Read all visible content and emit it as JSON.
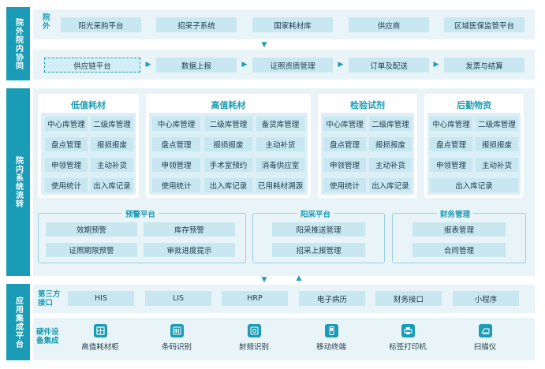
{
  "sides": {
    "s1": "院外院内协同",
    "s2": "院内系统流转",
    "s3": "应用集成平台"
  },
  "outside": {
    "label": "院外",
    "items": [
      "阳光采购平台",
      "招采子系统",
      "国家耗材库",
      "供应商",
      "区域医保监管平台"
    ]
  },
  "chain": {
    "items": [
      "供应链平台",
      "数据上报",
      "证照资质管理",
      "订单及配送",
      "发票与结算"
    ]
  },
  "cards": [
    {
      "title": "低值耗材",
      "cells": [
        "中心库管理",
        "二级库管理",
        "盘点管理",
        "报损报废",
        "申领管理",
        "主动补货",
        "使用统计",
        "出入库记录"
      ]
    },
    {
      "title": "高值耗材",
      "cells": [
        "中心库管理",
        "二级库管理",
        "备货库管理",
        "盘点管理",
        "报损报废",
        "主动补货",
        "申领管理",
        "手术室预约",
        "消毒供应室",
        "使用统计",
        "出入库记录",
        "已用耗材溯源"
      ]
    },
    {
      "title": "检验试剂",
      "cells": [
        "中心库管理",
        "二级库管理",
        "盘点管理",
        "报损报废",
        "申领管理",
        "主动补货",
        "使用统计",
        "出入库记录"
      ]
    },
    {
      "title": "后勤物资",
      "cells": [
        "中心库管理",
        "二级库管理",
        "盘点管理",
        "报损报废",
        "申领管理",
        "主动补货",
        "出入库记录"
      ]
    }
  ],
  "platforms": {
    "warning": {
      "title": "预警平台",
      "cells": [
        "效期预警",
        "库存预警",
        "证照期限预警",
        "审批进度提示"
      ]
    },
    "sunshine": {
      "title": "阳采平台",
      "cells": [
        "阳采推送管理",
        "招采上报管理"
      ]
    },
    "finance": {
      "title": "财务管理",
      "cells": [
        "报表管理",
        "合同管理"
      ]
    }
  },
  "interfaces": {
    "label": "第三方接口",
    "items": [
      "HIS",
      "LIS",
      "HRP",
      "电子病历",
      "财务接口",
      "小程序"
    ]
  },
  "hardware": {
    "label": "硬件设备集成",
    "items": [
      {
        "label": "高值耗材柜",
        "icon": "cabinet-icon"
      },
      {
        "label": "条码识别",
        "icon": "barcode-icon"
      },
      {
        "label": "射频识别",
        "icon": "rfid-icon"
      },
      {
        "label": "移动终端",
        "icon": "mobile-terminal-icon"
      },
      {
        "label": "标签打印机",
        "icon": "label-printer-icon"
      },
      {
        "label": "扫描仪",
        "icon": "scanner-icon"
      }
    ]
  },
  "colors": {
    "accent": "#1b9cb6",
    "band": "#e8f4f8",
    "cell": "#c8e7f1"
  }
}
